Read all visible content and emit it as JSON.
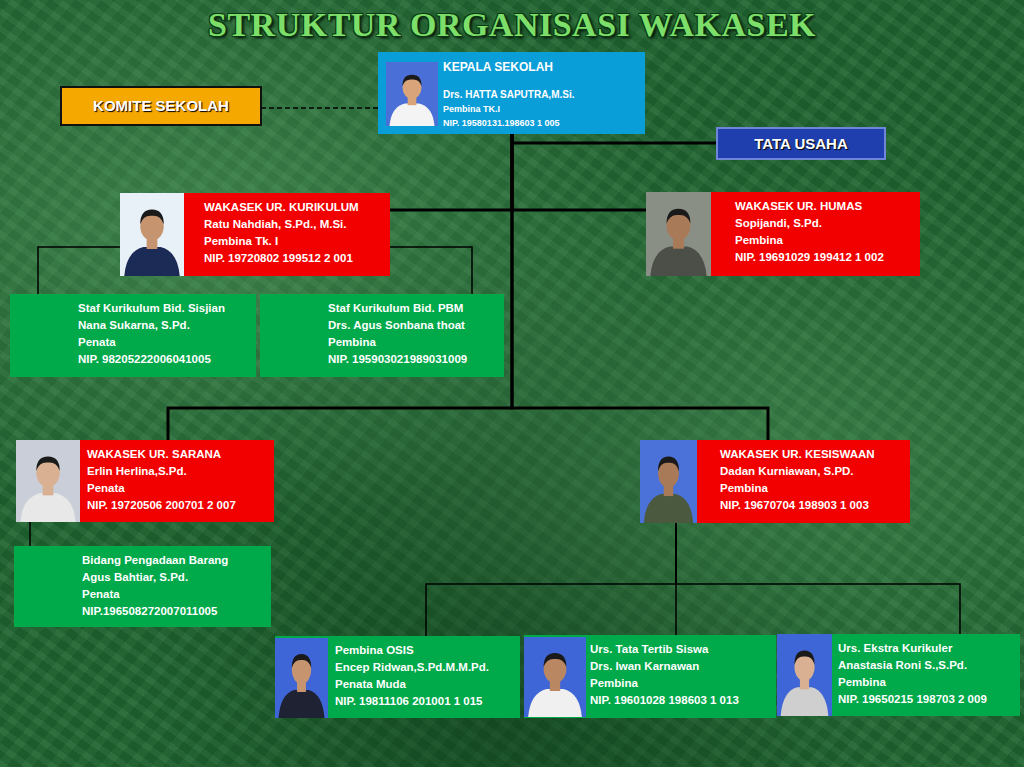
{
  "diagram": {
    "title": "STRUKTUR ORGANISASI WAKASEK",
    "nodes": [
      {
        "text": [
          "KEPALA SEKOLAH",
          "Drs. HATTA SAPUTRA,M.Si.",
          "Pembina TK.I",
          "NIP. 19580131.198603 1 005"
        ]
      },
      {
        "text": [
          "KOMITE SEKOLAH"
        ]
      },
      {
        "text": [
          "TATA USAHA"
        ]
      },
      {
        "text": [
          "WAKASEK UR. KURIKULUM",
          "Ratu Nahdiah, S.Pd., M.Si.",
          "Pembina Tk. I",
          "NIP. 19720802 199512 2 001"
        ]
      },
      {
        "text": [
          "WAKASEK UR. HUMAS",
          "Sopijandi, S.Pd.",
          "Pembina",
          "NIP. 19691029 199412 1 002"
        ]
      },
      {
        "text": [
          "Staf Kurikulum Bid. Sisjian",
          "Nana Sukarna, S.Pd.",
          "Penata",
          "NIP. 98205222006041005"
        ]
      },
      {
        "text": [
          "Staf Kurikulum Bid. PBM",
          "Drs. Agus Sonbana thoat",
          "Pembina",
          "NIP. 195903021989031009"
        ]
      },
      {
        "text": [
          "WAKASEK UR. SARANA",
          "Erlin Herlina,S.Pd.",
          "Penata",
          "NIP. 19720506 200701 2 007"
        ]
      },
      {
        "text": [
          "WAKASEK UR. KESISWAAN",
          "Dadan Kurniawan, S.PD.",
          "Pembina",
          "NIP. 19670704 198903 1 003"
        ]
      },
      {
        "text": [
          "Bidang Pengadaan Barang",
          "Agus Bahtiar, S.Pd.",
          "Penata",
          "NIP.196508272007011005"
        ]
      },
      {
        "text": [
          "Pembina OSIS",
          "Encep Ridwan,S.Pd.M.M.Pd.",
          "Penata Muda",
          "NIP. 19811106 201001 1 015"
        ]
      },
      {
        "text": [
          "Urs. Tata Tertib Siswa",
          "Drs. Iwan Karnawan",
          "Pembina",
          "NIP. 19601028 198603 1 013"
        ]
      },
      {
        "text": [
          "Urs. Ekstra Kurikuler",
          "Anastasia Roni S.,S.Pd.",
          "Pembina",
          "NIP. 19650215 198703 2 009"
        ]
      }
    ],
    "edges": [
      {
        "from": 0,
        "to": 1,
        "arrow": "none"
      },
      {
        "from": 0,
        "to": 2,
        "arrow": "none"
      },
      {
        "from": 0,
        "to": 3,
        "arrow": "none"
      },
      {
        "from": 0,
        "to": 4,
        "arrow": "none"
      },
      {
        "from": 3,
        "to": 5,
        "arrow": "none"
      },
      {
        "from": 3,
        "to": 6,
        "arrow": "none"
      },
      {
        "from": 0,
        "to": 7,
        "arrow": "none"
      },
      {
        "from": 0,
        "to": 8,
        "arrow": "none"
      },
      {
        "from": 7,
        "to": 9,
        "arrow": "none"
      },
      {
        "from": 8,
        "to": 10,
        "arrow": "none"
      },
      {
        "from": 8,
        "to": 11,
        "arrow": "none"
      },
      {
        "from": 8,
        "to": 12,
        "arrow": "none"
      }
    ]
  }
}
